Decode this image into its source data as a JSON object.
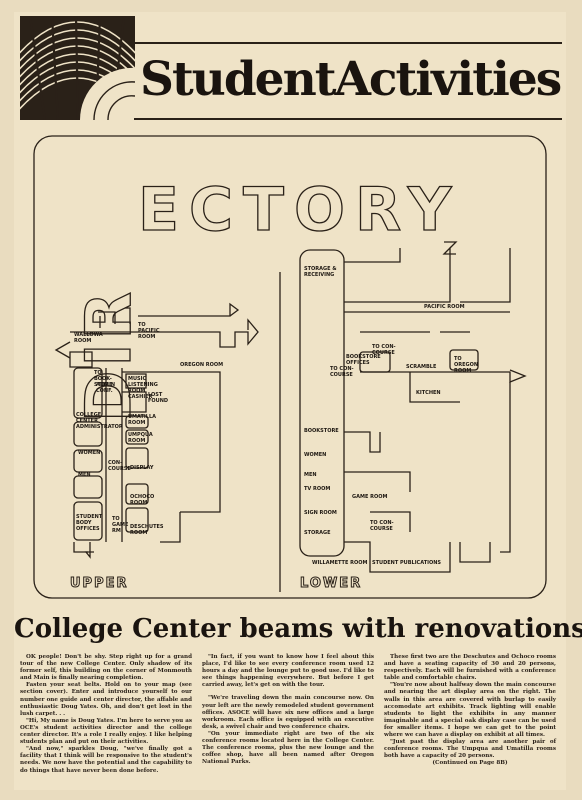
{
  "masthead": {
    "title": "StudentActivities"
  },
  "map": {
    "directory_left": "DIR",
    "directory_top": "ECTORY",
    "upper_caption": "UPPER",
    "lower_caption": "LOWER",
    "upper_labels": {
      "to_pacific_room": "TO PACIFIC ROOM",
      "wallowa_room": "WALLOWA ROOM",
      "oregon_room": "OREGON ROOM",
      "to_bookstore": "TO BOOK-STORE",
      "admin_conf": "ADMIN CONF.",
      "music_listening_room": "MUSIC LISTENING ROOM",
      "cashier": "CASHIER",
      "lost_found": "LOST FOUND",
      "college_center_administrator": "COLLEGE CENTER ADMINISTRATOR",
      "umatilla_room": "UMATILLA ROOM",
      "umpqua_room": "UMPQUA ROOM",
      "women": "WOMEN",
      "men": "MEN",
      "con_course": "CON-COURSE",
      "display": "DISPLAY",
      "ochoco_room": "OCHOCO ROOM",
      "student_body_offices": "STUDENT BODY OFFICES",
      "to_game_rm": "TO GAME RM",
      "deschutes_room": "DESCHUTES ROOM"
    },
    "lower_labels": {
      "storage_receiving": "STORAGE & RECEIVING",
      "pacific_room": "PACIFIC ROOM",
      "to_concourse": "TO CON-COURSE",
      "bookstore_offices": "BOOKSTORE OFFICES",
      "to_concourse_2": "TO CON-COURSE",
      "scramble": "SCRAMBLE",
      "to_oregon_room": "TO OREGON ROOM",
      "kitchen": "KITCHEN",
      "bookstore": "BOOKSTORE",
      "women": "WOMEN",
      "men": "MEN",
      "tv_room": "TV ROOM",
      "game_room": "GAME ROOM",
      "sign_room": "SIGN ROOM",
      "storage": "STORAGE",
      "to_concourse_3": "TO CON-COURSE",
      "willamette_room": "WILLAMETTE ROOM",
      "student_publications": "STUDENT PUBLICATIONS"
    }
  },
  "article": {
    "headline": "College Center beams with renovations",
    "col1": [
      "OK people! Don't be shy. Step right up for a grand tour of the new College Center. Only shadow of its former self, this building on the corner of Monmouth and Main is finally nearing completion.",
      "Fasten your seat belts. Hold on to your map (see section cover). Enter and introduce yourself to our number one guide and center director, the affable and enthusiastic Doug Yates. Oh, and don't get lost in the lush carpet. . .",
      "\"Hi, My name is Doug Yates. I'm here to serve you as OCE's student activities director and the college center director. It's a role I really enjoy. I like helping students plan and put on their activities.",
      "\"And now,\" sparkles Doug, \"we've finally got a facility that I think will be responsive to the student's needs. We now have the potential and the capability to do things that have never been done before."
    ],
    "col2": [
      "\"In fact, if you want to know how I feel about this place, I'd like to see every conference room used 12 hours a day and the lounge put to good use. I'd like to see things happening everywhere. But before I get carried away, let's get on with the tour.",
      "\"We're traveling down the main concourse now. On your left are the newly remodeled student government offices. ASOCE will have six new offices and a large workroom. Each office is equipped with an executive desk, a swivel chair and two conference chairs.",
      "\"On your immediate right are two of the six conference rooms located here in the College Center. The conference rooms, plus the new lounge and the coffee shop, have all been named after Oregon National Parks."
    ],
    "col3": [
      "These first two are the Deschutes and Ochoco rooms and have a seating capacity of 30 and 20 persons, respectively. Each will be furnished with a conference table and comfortable chairs.",
      "\"You're now about halfway down the main concourse and nearing the art display area on the right. The walls in this area are covered with burlap to easily accomodate art exhibits. Track lighting will enable students to light the exhibits in any manner imaginable and a special oak display case can be used for smaller items. I hope we can get to the point where we can have a display on exhibit at all times.",
      "\"Just past the display area are another pair of conference rooms. The Umpqua and Umatilla rooms both have a capacity of 20 persons."
    ],
    "continued": "(Continued on Page 8B)"
  }
}
